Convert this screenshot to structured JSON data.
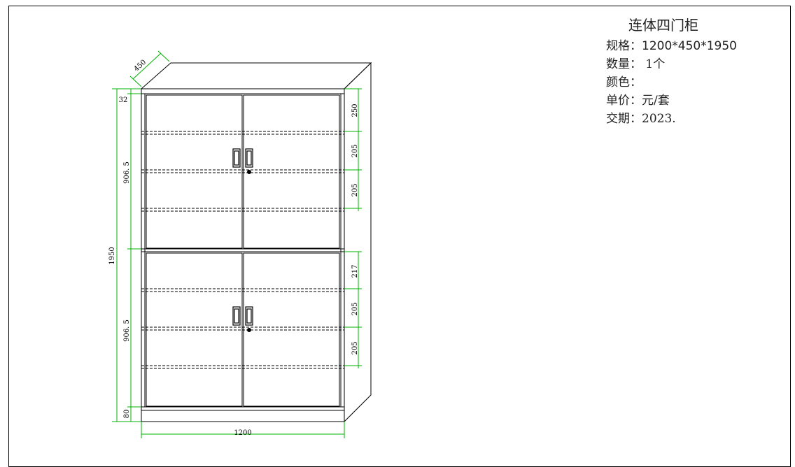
{
  "title": "连体四门柜",
  "specs": {
    "size_label": "规格：",
    "size_value": "1200*450*1950",
    "qty_label": "数量：",
    "qty_value": "1个",
    "color_label": "颜色：",
    "color_value": "",
    "price_label": "单价：",
    "price_value": "元/套",
    "date_label": "交期：",
    "date_value": "2023."
  },
  "dimensions": {
    "depth": "450",
    "total_height": "1950",
    "top_gap": "32",
    "upper_section": "906. 5",
    "lower_section": "906. 5",
    "base_height": "80",
    "width": "1200",
    "upper_shelf_1": "250",
    "upper_shelf_2": "205",
    "upper_shelf_3": "205",
    "lower_shelf_1": "217",
    "lower_shelf_2": "205",
    "lower_shelf_3": "205"
  },
  "colors": {
    "dimension": "#00b000",
    "outline": "#000000"
  }
}
